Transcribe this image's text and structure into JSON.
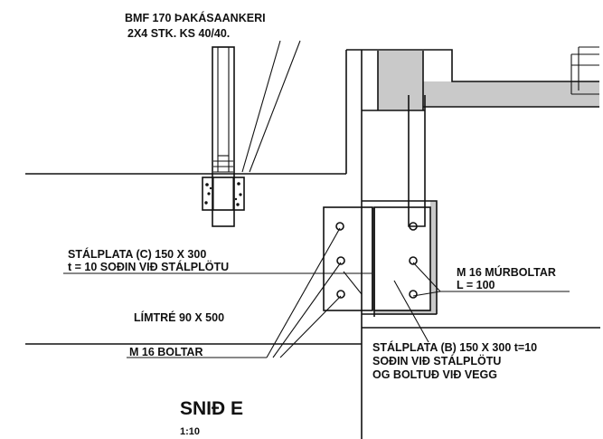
{
  "labels": {
    "anchor_line1": "BMF 170 ÞAKÁSAANKERI",
    "anchor_line2": "2X4 STK. KS 40/40.",
    "plate_c_line1": "STÁLPLATA (C) 150 X 300",
    "plate_c_line2": "t = 10  SOÐIN VIÐ STÁLPLÖTU",
    "glulam": "LÍMTRÉ 90 X 500",
    "bolts": "M 16 BOLTAR",
    "masonry_bolts_line1": "M 16 MÚRBOLTAR",
    "masonry_bolts_line2": "L = 100",
    "plate_b_line1": "STÁLPLATA (B) 150 X 300 t=10",
    "plate_b_line2": "SOÐIN VIÐ STÁLPLÖTU",
    "plate_b_line3": "OG BOLTUÐ VIÐ VEGG",
    "section_title": "SNIÐ E",
    "scale": "1:10"
  },
  "colors": {
    "line": "#111111",
    "hatch": "#c9c9c9",
    "background": "#ffffff"
  }
}
